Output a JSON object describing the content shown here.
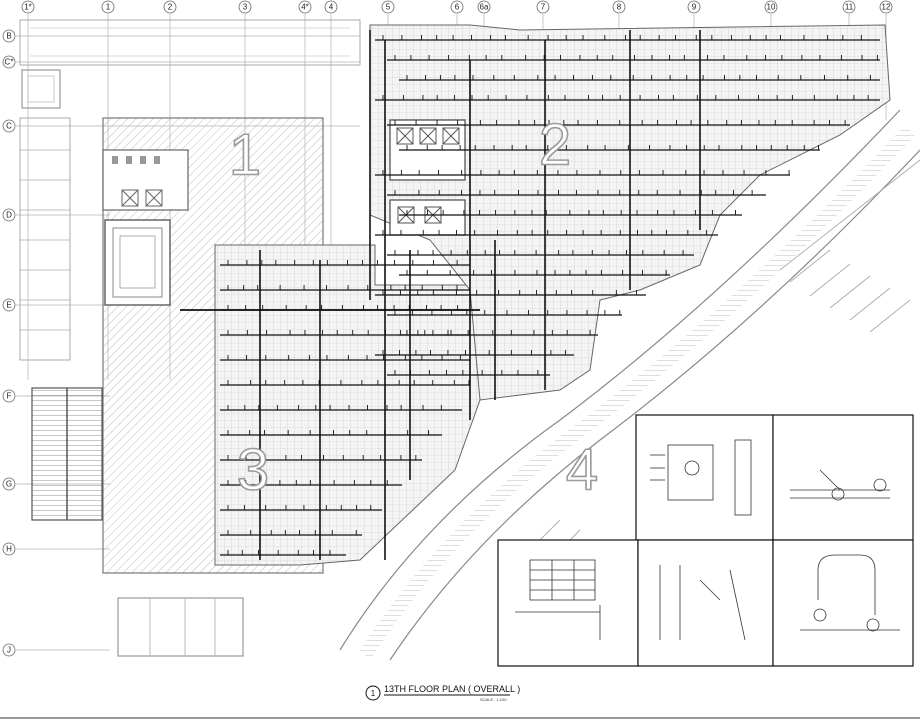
{
  "drawing": {
    "title": "13TH FLOOR PLAN ( OVERALL )",
    "view_number": "1",
    "scale": "SCALE : 1:100"
  },
  "grid": {
    "columns": [
      "1*",
      "1",
      "2",
      "3",
      "4*",
      "4",
      "5",
      "6",
      "6a",
      "7",
      "8",
      "9",
      "10",
      "11",
      "12"
    ],
    "rows": [
      "B",
      "C*",
      "C",
      "D",
      "E",
      "F",
      "G",
      "H",
      "J"
    ]
  },
  "zones": [
    "1",
    "2",
    "3",
    "4"
  ]
}
